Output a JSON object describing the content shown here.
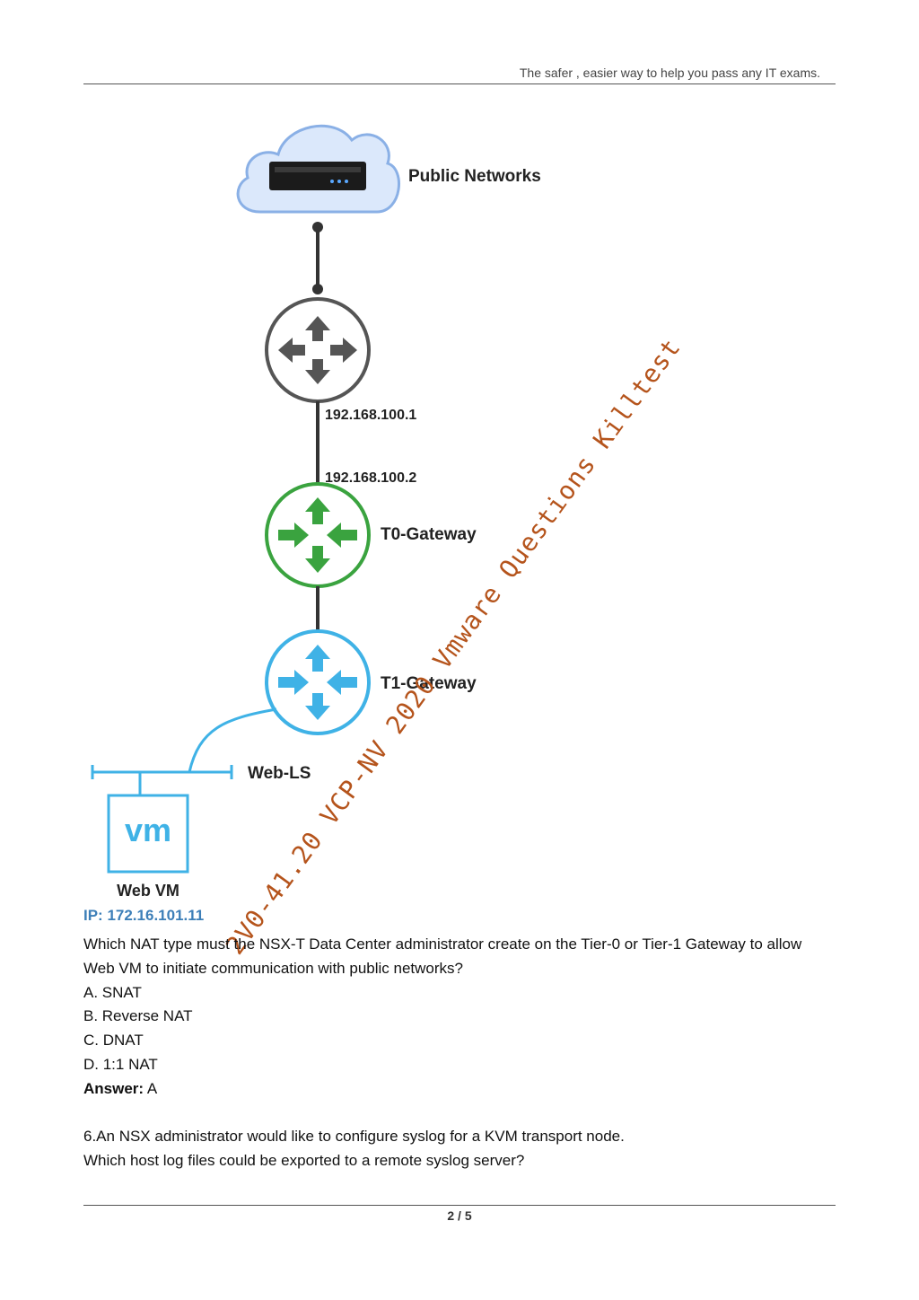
{
  "header": {
    "tagline": "The safer , easier way to help you pass any IT exams."
  },
  "diagram": {
    "public_networks_label": "Public Networks",
    "uplink_ip_top": "192.168.100.1",
    "uplink_ip_bottom": "192.168.100.2",
    "t0_label": "T0-Gateway",
    "t1_label": "T1-Gateway",
    "segment_label": "Web-LS",
    "vm_text": "vm",
    "vm_label": "Web VM",
    "vm_ip": "IP: 172.16.101.11",
    "colors": {
      "router_top": "#555555",
      "t0": "#3aa33f",
      "t1": "#3fb2e6",
      "link": "#333333"
    }
  },
  "question": {
    "text": "Which NAT type must the NSX-T Data Center administrator create on the Tier-0 or Tier-1 Gateway to allow Web VM to initiate communication with public networks?",
    "options": [
      "A. SNAT",
      "B. Reverse NAT",
      "C. DNAT",
      "D. 1:1 NAT"
    ],
    "answer_label": "Answer:",
    "answer_value": "A"
  },
  "next_question": {
    "line1": "6.An NSX administrator would like to configure syslog for a KVM transport node.",
    "line2": "Which host log files could be exported to a remote syslog server?"
  },
  "footer": {
    "page": "2 / 5"
  },
  "watermark": "2V0-41.20 VCP-NV 2020 Vmware Questions Killtest"
}
